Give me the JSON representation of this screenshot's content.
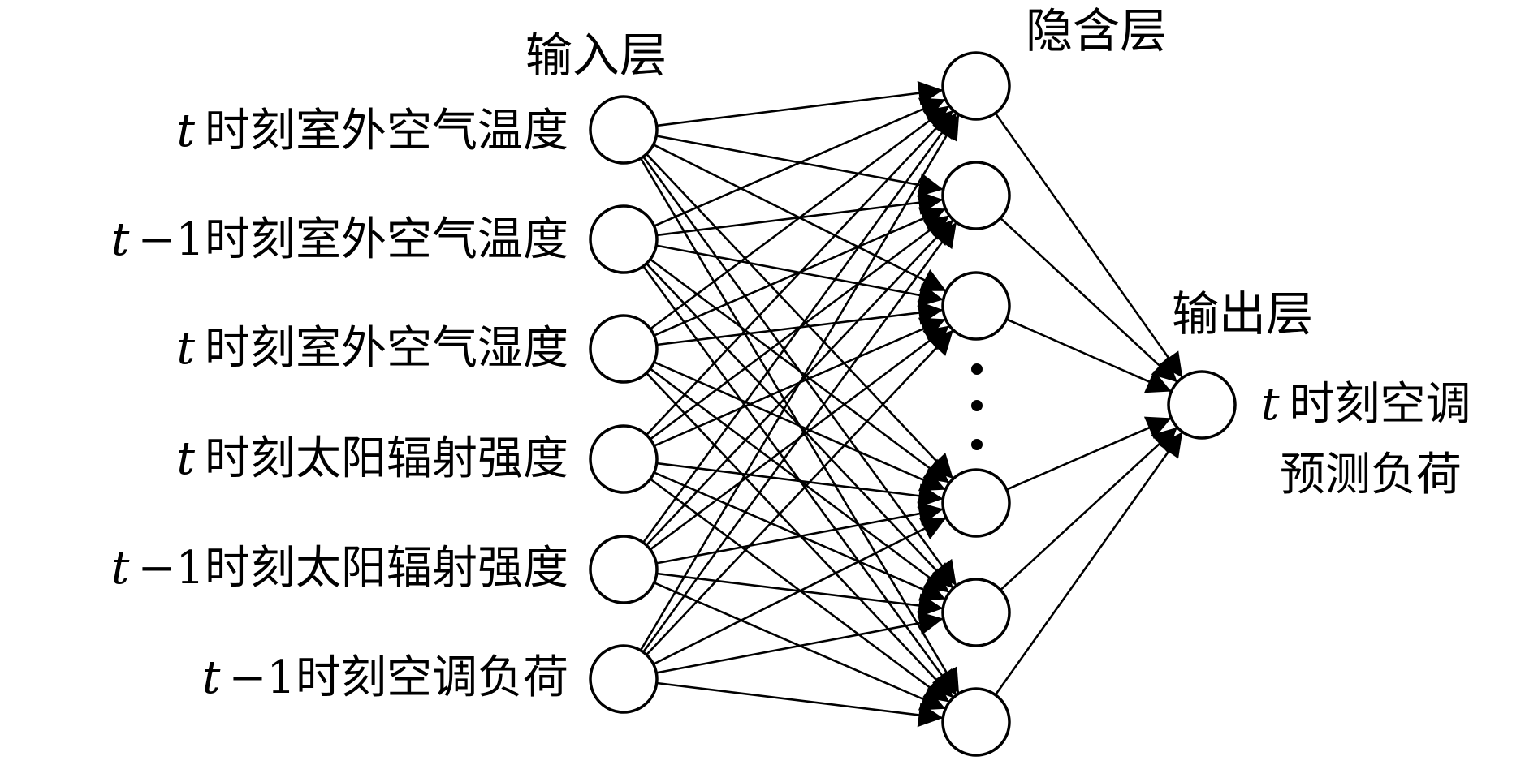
{
  "layers": {
    "input_title": "输入层",
    "hidden_title": "隐含层",
    "output_title": "输出层"
  },
  "inputs": [
    {
      "var": "t",
      "text": "时刻室外空气温度"
    },
    {
      "var": "t",
      "text": "−1时刻室外空气温度"
    },
    {
      "var": "t",
      "text": "时刻室外空气湿度"
    },
    {
      "var": "t",
      "text": "时刻太阳辐射强度"
    },
    {
      "var": "t",
      "text": "−1时刻太阳辐射强度"
    },
    {
      "var": "t",
      "text": "−1时刻空调负荷"
    }
  ],
  "hidden_ellipsis": "⋮",
  "output": {
    "var": "t",
    "line1": "时刻空调",
    "line2": "预测负荷"
  }
}
